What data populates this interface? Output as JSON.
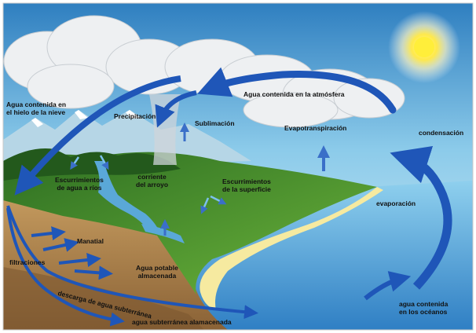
{
  "labels": {
    "ice_snow": "Agua contenida en\nel hielo de la nieve",
    "atmosphere": "Agua contenida en la atmósfera",
    "precipitation": "Precipitación",
    "sublimation": "Sublimación",
    "evapotranspiration": "Evapotranspiración",
    "condensation": "condensación",
    "runoff_rivers": "Escurrimientos\nde agua a ríos",
    "stream_flow": "corriente\ndel arroyo",
    "surface_runoff": "Escurrimientos\nde la superficie",
    "evaporation": "evaporación",
    "spring": "Manatial",
    "infiltration": "filtraciones",
    "freshwater": "Agua potable\nalmacenada",
    "groundwater_discharge": "descarga de agua subterránea",
    "groundwater_storage": "agua subterránea alamacenada",
    "oceans": "agua contenida\nen los océanos"
  },
  "colors": {
    "sky": "#9fd3ee",
    "ocean": "#6fb8e0",
    "arrow": "#1f56b8",
    "land": "#3e8d2c",
    "soil": "#a57c4a",
    "sun": "#ffe94a"
  }
}
